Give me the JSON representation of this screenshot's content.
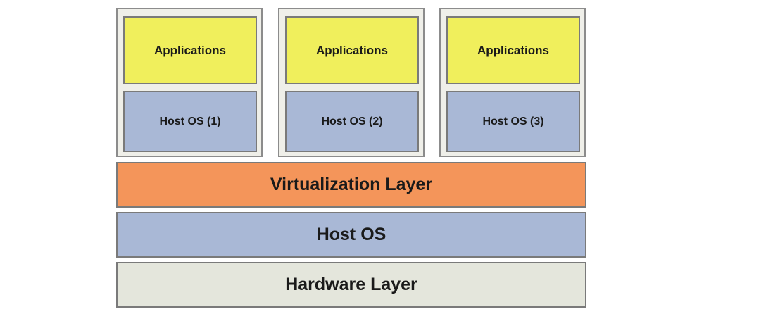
{
  "virtual_machines": [
    {
      "app_label": "Applications",
      "os_label": "Host OS (1)"
    },
    {
      "app_label": "Applications",
      "os_label": "Host OS (2)"
    },
    {
      "app_label": "Applications",
      "os_label": "Host OS (3)"
    }
  ],
  "layers": {
    "virtualization": "Virtualization Layer",
    "host_os": "Host OS",
    "hardware": "Hardware Layer"
  },
  "colors": {
    "applications": "#f0ef5c",
    "guest_os": "#a9b8d6",
    "virtualization": "#f4955a",
    "host_os": "#a9b8d6",
    "hardware": "#e4e6dc",
    "vm_container": "#efefe9",
    "border": "#7a7a7a"
  }
}
